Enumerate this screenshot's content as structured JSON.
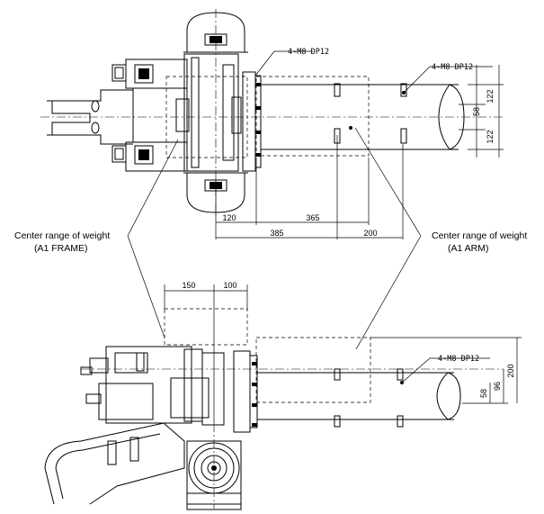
{
  "labels": {
    "frame_range": [
      "Center range of weight",
      "(A1 FRAME)"
    ],
    "arm_range": [
      "Center range of weight",
      "(A1 ARM)"
    ],
    "bolt_top_left": "4-M8 DP12",
    "bolt_top_right": "4-M8 DP12",
    "bolt_side": "4-M8 DP12"
  },
  "dimensions": {
    "top_view": {
      "d120": "120",
      "d365": "365",
      "d385": "385",
      "d200": "200",
      "v122_top": "122",
      "v58": "58",
      "v122_bottom": "122"
    },
    "side_view": {
      "d150": "150",
      "d100": "100",
      "v200": "200",
      "v96": "96",
      "v58": "58"
    }
  }
}
